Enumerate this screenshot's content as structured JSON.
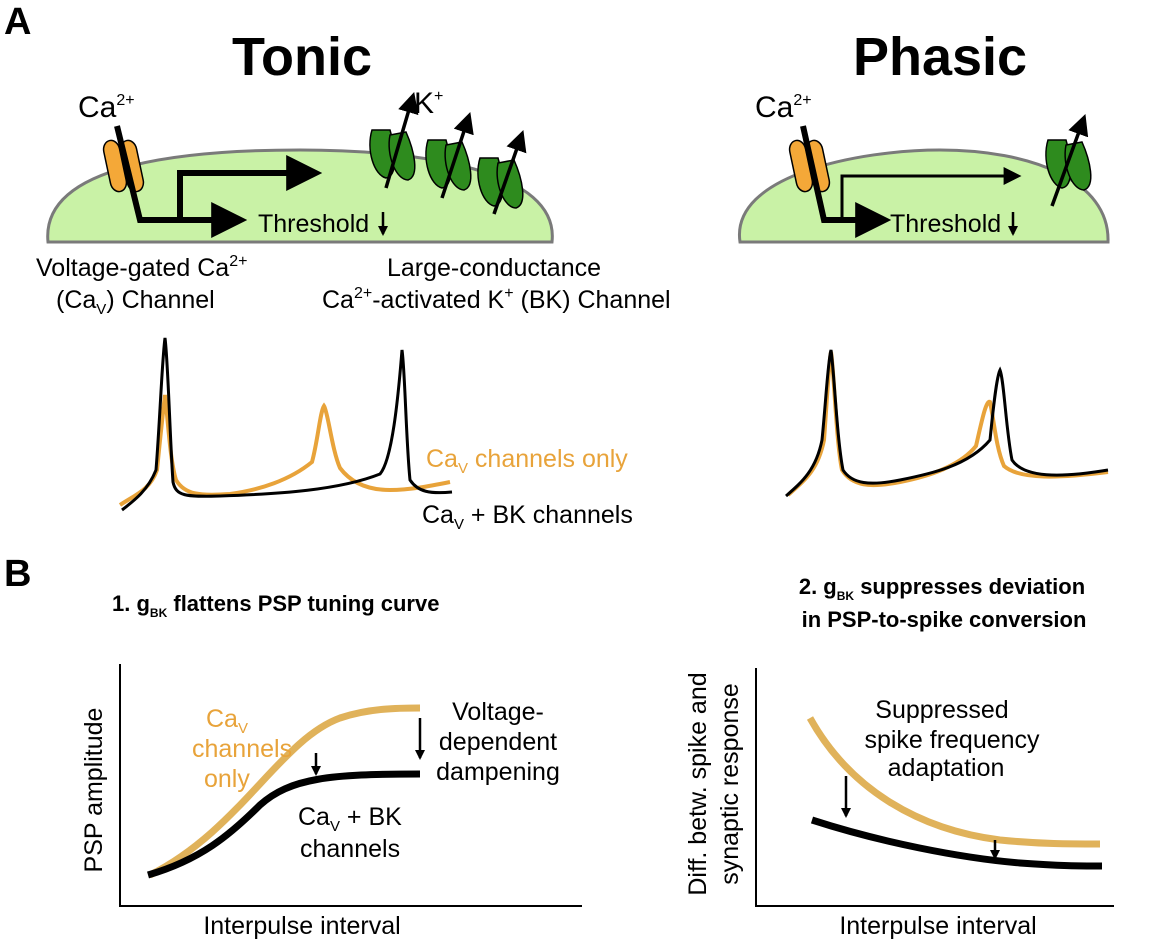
{
  "panel_a": {
    "letter": "A",
    "tonic": {
      "title": "Tonic",
      "ca_ion": "Ca",
      "ca_charge": "2+",
      "k_ion": "K",
      "k_charge": "+",
      "threshold": "Threshold",
      "cav_label_line1": "Voltage-gated Ca",
      "cav_label_line1_sup": "2+",
      "cav_label_line2_open": "(Ca",
      "cav_label_line2_sub": "V",
      "cav_label_line2_close": ") Channel",
      "bk_label_line1": "Large-conductance",
      "bk_label_line2_a": "Ca",
      "bk_label_line2_sup": "2+",
      "bk_label_line2_b": "-activated K",
      "bk_label_line2_sup2": "+",
      "bk_label_line2_c": " (BK) Channel",
      "legend_orange_a": "Ca",
      "legend_orange_sub": "V",
      "legend_orange_b": " channels only",
      "legend_black_a": "Ca",
      "legend_black_sub": "V",
      "legend_black_b": " + BK channels"
    },
    "phasic": {
      "title": "Phasic",
      "ca_ion": "Ca",
      "ca_charge": "2+",
      "threshold": "Threshold"
    }
  },
  "panel_b": {
    "letter": "B",
    "plot1": {
      "title_a": "1. g",
      "title_sub": "BK",
      "title_b": " flattens PSP tuning curve",
      "ylabel": "PSP amplitude",
      "xlabel": "Interpulse interval",
      "orange_label_a": "Ca",
      "orange_label_sub": "V",
      "orange_label_line2": "channels",
      "orange_label_line3": "only",
      "black_label_a": "Ca",
      "black_label_sub": "V",
      "black_label_b": " + BK",
      "black_label_line2": "channels",
      "annot_line1": "Voltage-",
      "annot_line2": "dependent",
      "annot_line3": "dampening"
    },
    "plot2": {
      "title_line1_a": "2. g",
      "title_line1_sub": "BK",
      "title_line1_b": " suppresses deviation",
      "title_line2": "in PSP-to-spike conversion",
      "ylabel_line1": "Diff. betw. spike and",
      "ylabel_line2": "synaptic response",
      "xlabel": "Interpulse interval",
      "annot_line1": "Suppressed",
      "annot_line2": "spike frequency",
      "annot_line3": "adaptation"
    }
  },
  "colors": {
    "cell_fill": "#c9f2a6",
    "cell_stroke": "#7a7a7a",
    "cav_channel": "#f4a838",
    "bk_channel": "#2e8b1e",
    "orange_trace": "#e8a33a",
    "tan_curve": "#e0b25a",
    "black": "#000000"
  }
}
